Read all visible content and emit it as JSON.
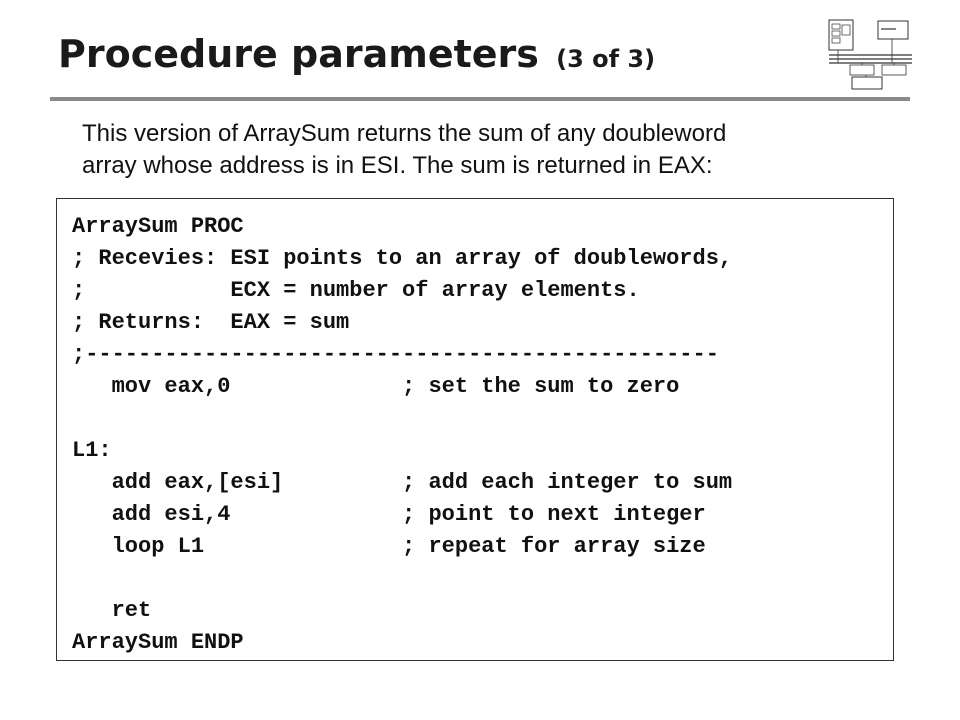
{
  "slide": {
    "title": "Procedure parameters",
    "title_suffix": "(3 of 3)",
    "intro_line1": "This version of ArraySum returns the sum of any doubleword",
    "intro_line2": "array whose address is in ESI. The sum is returned in EAX:"
  },
  "code": {
    "lines": [
      "ArraySum PROC",
      "; Recevies: ESI points to an array of doublewords,",
      ";           ECX = number of array elements.",
      "; Returns:  EAX = sum",
      ";------------------------------------------------",
      "   mov eax,0             ; set the sum to zero",
      "",
      "L1:",
      "   add eax,[esi]         ; add each integer to sum",
      "   add esi,4             ; point to next integer",
      "   loop L1               ; repeat for array size",
      "",
      "   ret",
      "ArraySum ENDP"
    ]
  }
}
